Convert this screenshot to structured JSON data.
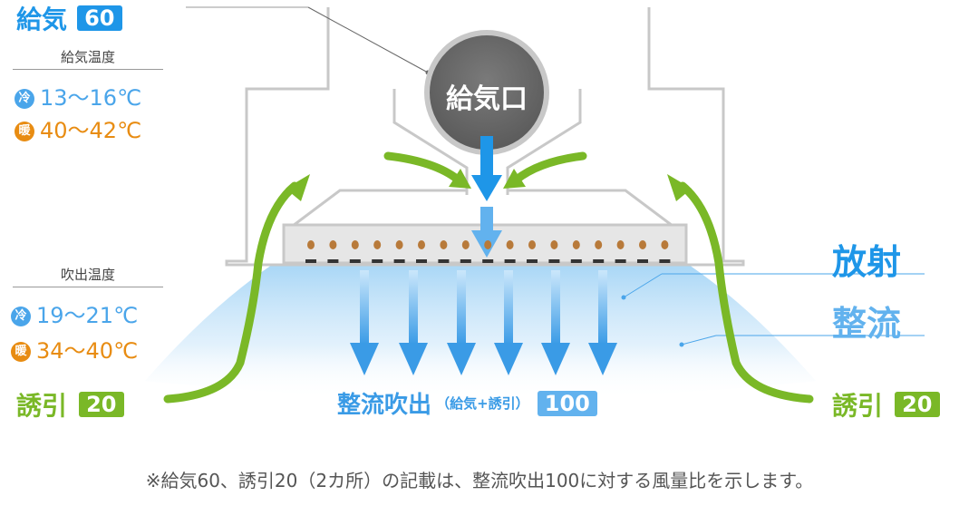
{
  "supply": {
    "label": "給気",
    "value": "60"
  },
  "supply_temp": {
    "title": "給気温度",
    "cool": {
      "icon": "冷",
      "text": "13〜16℃"
    },
    "warm": {
      "icon": "暖",
      "text": "40〜42℃"
    }
  },
  "outlet_temp": {
    "title": "吹出温度",
    "cool": {
      "icon": "冷",
      "text": "19〜21℃"
    },
    "warm": {
      "icon": "暖",
      "text": "34〜40℃"
    }
  },
  "induction_left": {
    "label": "誘引",
    "value": "20"
  },
  "induction_right": {
    "label": "誘引",
    "value": "20"
  },
  "supply_port": "給気口",
  "radiation": "放射",
  "rectification": "整流",
  "flow": {
    "label": "整流吹出",
    "sub": "（給気+誘引）",
    "value": "100"
  },
  "footnote": "※給気60、誘引20（2カ所）の記載は、整流吹出100に対する風量比を示します。",
  "colors": {
    "blue": "#1e96e8",
    "green": "#7ab827",
    "cool": "#4aa5ea",
    "warm": "#e88c12",
    "port": "#6a6a6a",
    "housing": "#c8c8c8"
  },
  "icons": [
    "cool-icon",
    "warm-icon",
    "down-arrow-icon",
    "curved-arrow-icon"
  ]
}
